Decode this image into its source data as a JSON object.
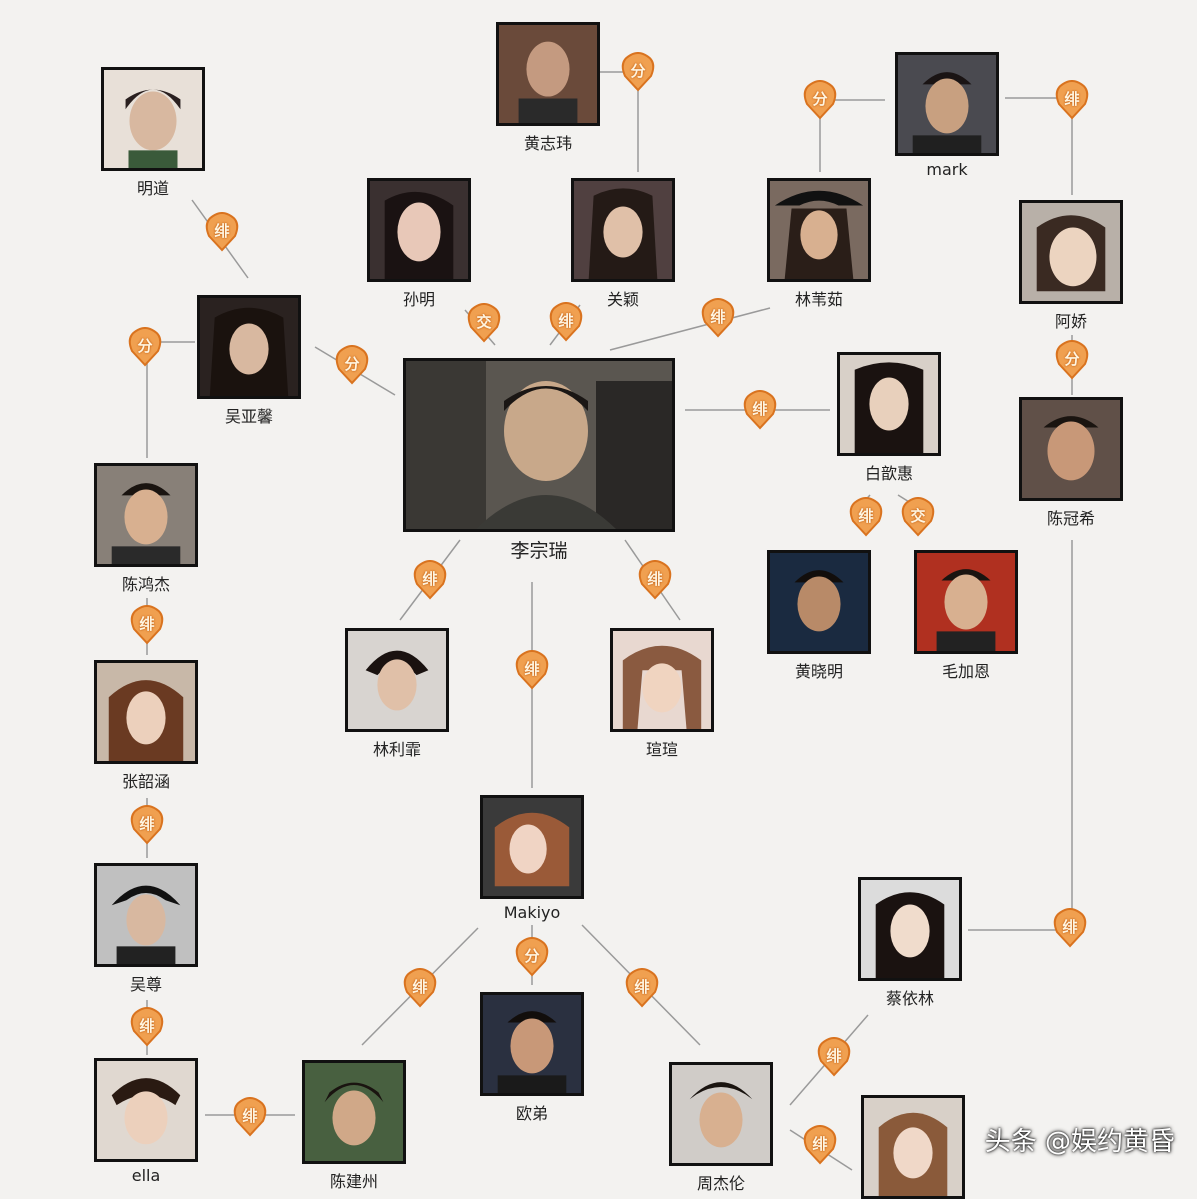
{
  "people": {
    "center": "李宗瑞",
    "huangzhiwei": "黄志玮",
    "mingdao": "明道",
    "sunming": "孙明",
    "guanying": "关颖",
    "linweiru": "林苇茹",
    "mark": "mark",
    "ajiao": "阿娇",
    "wuyaxin": "吴亚馨",
    "baixinhui": "白歆惠",
    "chenguanxi": "陈冠希",
    "chenhongjie": "陈鸿杰",
    "huangxiaoming": "黄晓明",
    "maojiaen": "毛加恩",
    "linlifei": "林利霏",
    "xuanxuan": "瑄瑄",
    "zhangshaohan": "张韶涵",
    "makiyo": "Makiyo",
    "caiyilin": "蔡依林",
    "wuzun": "吴尊",
    "oudi": "欧弟",
    "ella": "ella",
    "chenjianzhou": "陈建州",
    "zhoujielun": "周杰伦"
  },
  "tags": {
    "fen": "分",
    "fei": "绯",
    "jiao": "交"
  },
  "watermark": "头条 @娱约黄昏",
  "colors": {
    "tag": "#f0a050",
    "tag_dark": "#d9731f",
    "line": "#9a9a9a"
  }
}
